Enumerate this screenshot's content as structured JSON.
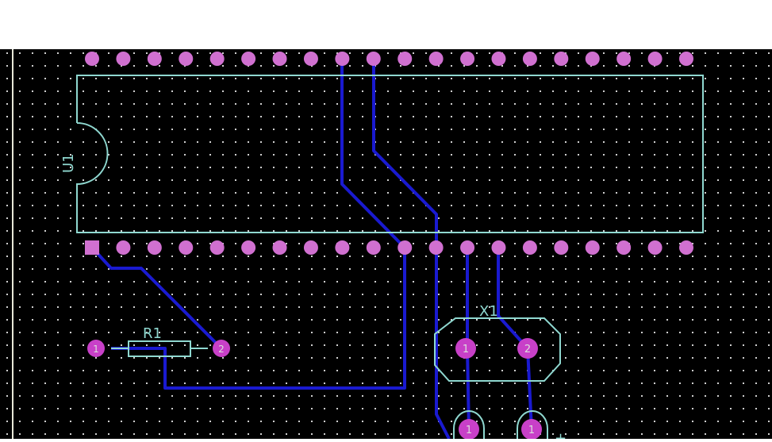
{
  "colors": {
    "board": "#000000",
    "silkscreen": "#8fd8d0",
    "pad": "#c840c8",
    "trace": "#1a1ad0",
    "grid": "#cfcfcf"
  },
  "components": {
    "u1": {
      "ref": "U1",
      "pins_per_side": 20,
      "first_pin_square": true
    },
    "r1": {
      "ref": "R1",
      "pad1": "1",
      "pad2": "2"
    },
    "x1": {
      "ref": "X1",
      "pad1": "1",
      "pad2": "2"
    },
    "c_bottom_left": {
      "pad1": "1"
    },
    "c_bottom_right": {
      "pad1": "1",
      "polarity": "+"
    }
  }
}
